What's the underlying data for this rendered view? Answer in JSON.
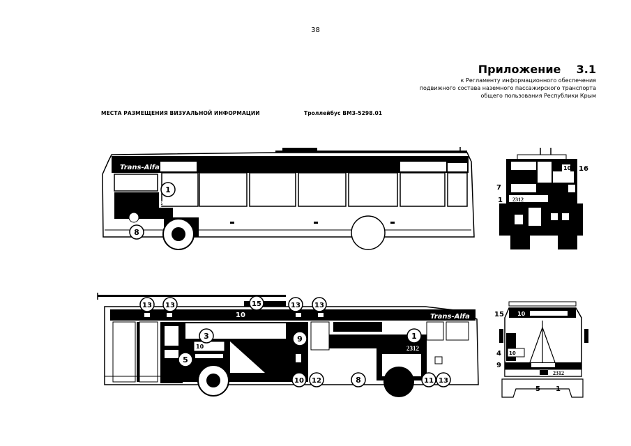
{
  "page_number": "38",
  "appendix": {
    "title": "Приложение    3.1",
    "subtitle_lines": [
      "к Регламенту информационного обеспечения",
      "подвижного состава наземного пассажирского транспорта",
      "общего пользования Республики Крым"
    ]
  },
  "section_left": "МЕСТА РАЗМЕЩЕНИЯ ВИЗУАЛЬНОЙ ИНФОРМАЦИИ",
  "section_right": "Троллейбус ВМЗ-5298.01",
  "bus": {
    "brand": "Trans-Alfa",
    "fleet_number": "2312",
    "route_number": "10"
  },
  "markers": {
    "left_side": [
      "1",
      "8"
    ],
    "front_upper": [
      "16",
      "7",
      "1"
    ],
    "right_side": [
      "13",
      "13",
      "15",
      "13",
      "13",
      "3",
      "9",
      "1",
      "5",
      "10",
      "12",
      "8",
      "11",
      "13"
    ],
    "front_lower": [
      "15",
      "4",
      "9",
      "5",
      "1"
    ]
  }
}
